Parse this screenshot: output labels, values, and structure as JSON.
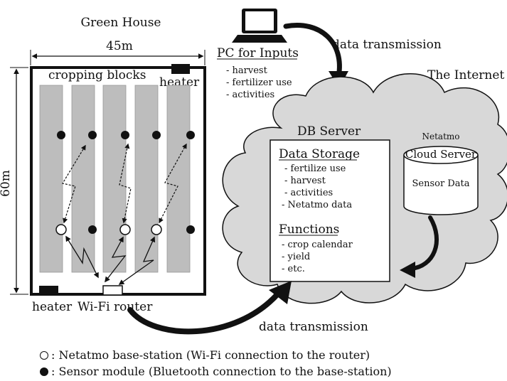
{
  "greenhouse": {
    "title": "Green House",
    "width_label": "45m",
    "height_label": "60m",
    "blocks_label": "cropping blocks",
    "heater_top_label": "heater",
    "heater_bottom_label": "heater",
    "router_label": "Wi-Fi router"
  },
  "pc": {
    "title": "PC for Inputs",
    "items": [
      "- harvest",
      "- fertilizer use",
      "- activities"
    ]
  },
  "top_transmission_label": "data transmission",
  "bottom_transmission_label": "data transmission",
  "internet_label": "The Internet",
  "db_server": {
    "title": "DB Server",
    "storage_title": "Data Storage",
    "storage_items": [
      "- fertilize use",
      "- harvest",
      "- activities",
      "- Netatmo data"
    ],
    "functions_title": "Functions",
    "functions_items": [
      "- crop calendar",
      "- yield",
      "- etc."
    ]
  },
  "netatmo_cloud": {
    "label_top": "Netatmo",
    "label_main": "Cloud Server",
    "content": "Sensor Data"
  },
  "legend": {
    "base_station": ": Netatmo base-station (Wi-Fi connection to the router)",
    "sensor_module": ": Sensor module (Bluetooth connection to the base-station)"
  }
}
